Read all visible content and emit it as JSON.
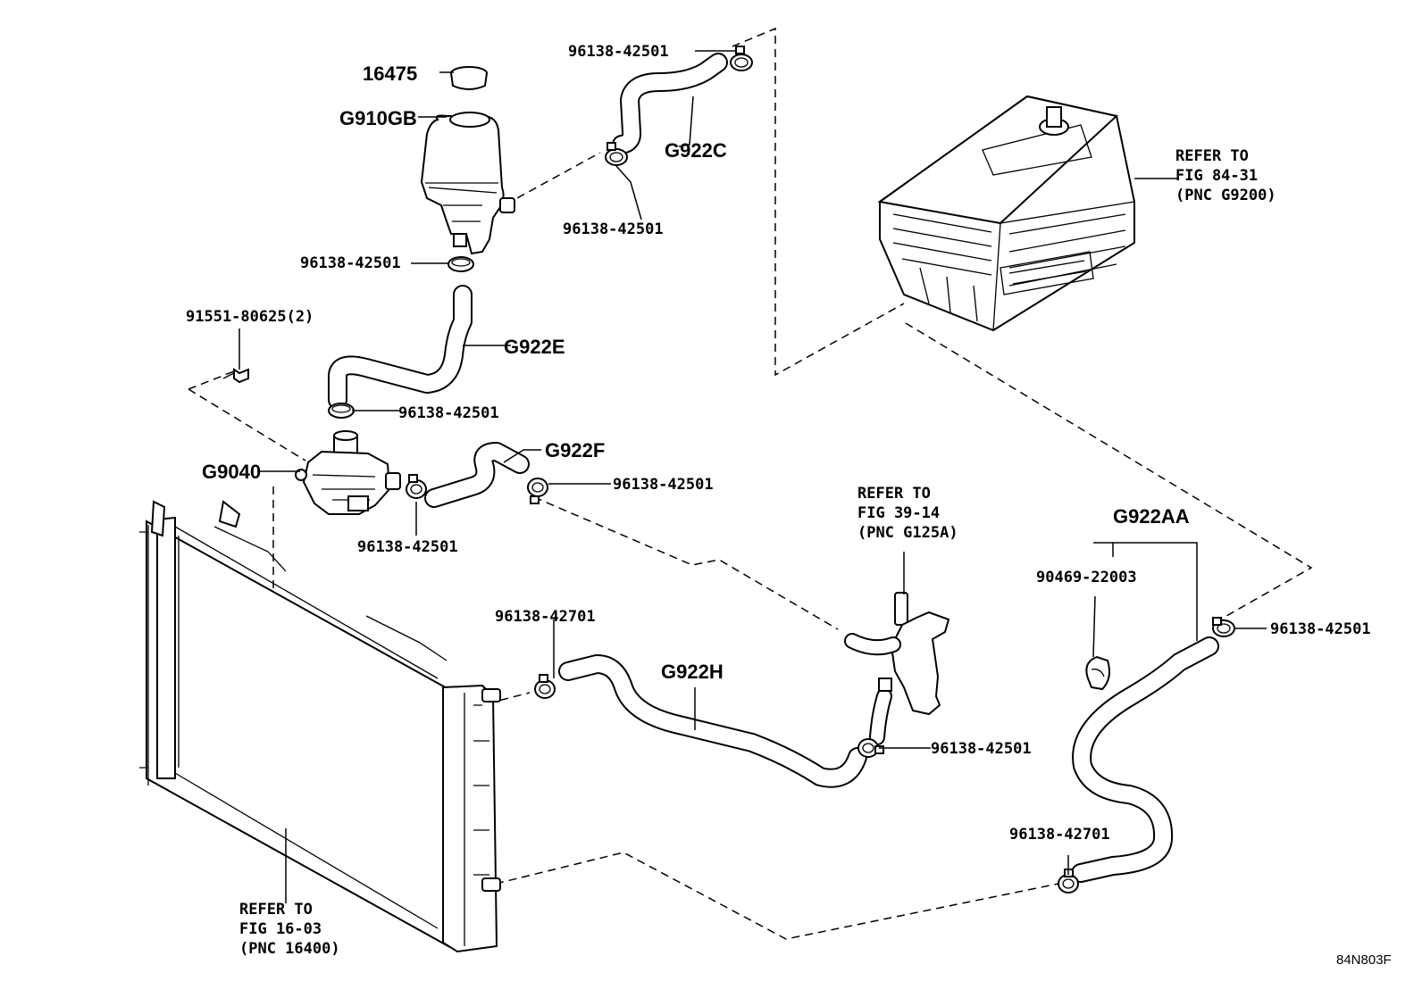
{
  "labels": {
    "cap": "16475",
    "tank": "G910GB",
    "clamp_top": "96138-42501",
    "hose_c": "G922C",
    "clamp_c_lower": "96138-42501",
    "clamp_tank": "96138-42501",
    "bolt": "91551-80625(2)",
    "hose_e": "G922E",
    "clamp_e_lower": "96138-42501",
    "hose_f": "G922F",
    "pump": "G9040",
    "clamp_f": "96138-42501",
    "clamp_pump": "96138-42501",
    "clamp_h": "96138-42701",
    "hose_h": "G922H",
    "clamp_h_right": "96138-42501",
    "hose_aa": "G922AA",
    "clip_aa": "90469-22003",
    "clamp_aa_top": "96138-42501",
    "clamp_aa_bottom": "96138-42701"
  },
  "refs": {
    "inverter": [
      "REFER TO",
      "FIG 84-31",
      "(PNC G9200)"
    ],
    "cooler": [
      "REFER TO",
      "FIG 39-14",
      "(PNC G125A)"
    ],
    "radiator": [
      "REFER TO",
      "FIG 16-03",
      "(PNC 16400)"
    ]
  },
  "diagram_code": "84N803F"
}
